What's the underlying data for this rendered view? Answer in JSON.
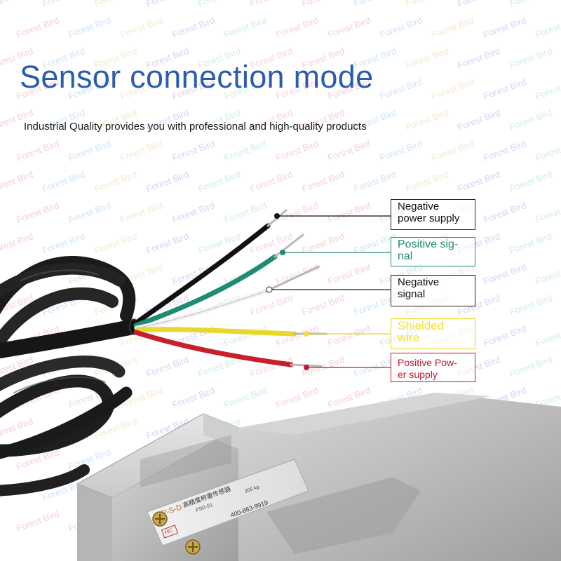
{
  "title": "Sensor connection mode",
  "subtitle": "Industrial Quality provides you with professional and high-quality products",
  "watermark": "Forest Bird",
  "wires": [
    {
      "key": "negative_power",
      "lines": [
        "Negative",
        "power supply"
      ],
      "color": "#111111"
    },
    {
      "key": "positive_signal",
      "lines": [
        "Positive sig-",
        "nal"
      ],
      "color": "#1e8c72"
    },
    {
      "key": "negative_signal",
      "lines": [
        "Negative",
        "signal"
      ],
      "color": "#ffffff"
    },
    {
      "key": "shielded",
      "lines": [
        "Shielded",
        "wire"
      ],
      "color": "#f2e03a"
    },
    {
      "key": "positive_power",
      "lines": [
        "Positive Pow-",
        "er supply"
      ],
      "color": "#c01830"
    }
  ],
  "sensor_plate": {
    "brand": "P-S-D",
    "name": "高精度称重传感器",
    "model": "PSD-S1",
    "capacity": "200 kg",
    "hotline": "400-863-9919",
    "logo": "HC"
  }
}
